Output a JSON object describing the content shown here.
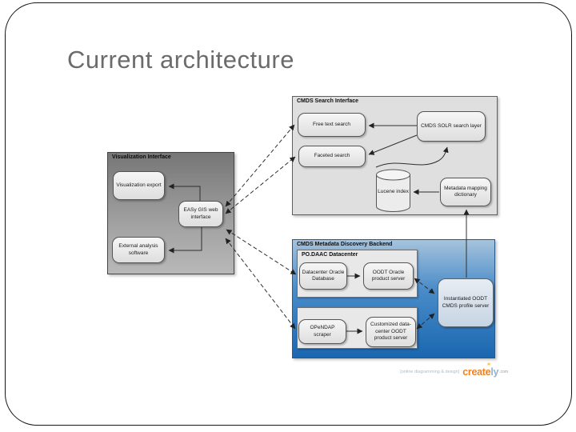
{
  "slide": {
    "title": "Current architecture"
  },
  "search_interface": {
    "title": "CMDS Search Interface",
    "free_text": "Free text search",
    "solr": "CMDS SOLR search layer",
    "faceted": "Faceted search",
    "lucene": "Lucene index",
    "metadata_dict": "Metadata mapping dictionary"
  },
  "visualization": {
    "title": "Visualization Interface",
    "export": "Visualization export",
    "easy_gis": "EASy GIS web interface",
    "external": "External analysis software"
  },
  "backend": {
    "title": "CMDS Metadata Discovery Backend",
    "podaac_title": "PO.DAAC Datacenter",
    "dc_oracle": "Datacenter Oracle Database",
    "oodt_oracle": "OODT Oracle product server",
    "opendap": "OPeNDAP scraper",
    "customized": "Customized data-center OODT product server",
    "instantiated": "Instantiated OODT CMDS profile server"
  },
  "watermark": {
    "tagline": "[online diagramming & design]",
    "brand_create": "create",
    "brand_ly": "ly",
    "star_glyph": "✶",
    "suffix": ".com"
  },
  "colors": {
    "title_gray": "#6b6b6b",
    "backend_blue_top": "#a6c3dc",
    "backend_blue_bottom": "#1a67b0",
    "viz_gray_top": "#767676",
    "viz_gray_bottom": "#b8b8b8",
    "container_gray": "#dfdfdf",
    "node_border": "#555555",
    "brand_orange": "#f0811f",
    "brand_blue": "#92b5cf"
  }
}
